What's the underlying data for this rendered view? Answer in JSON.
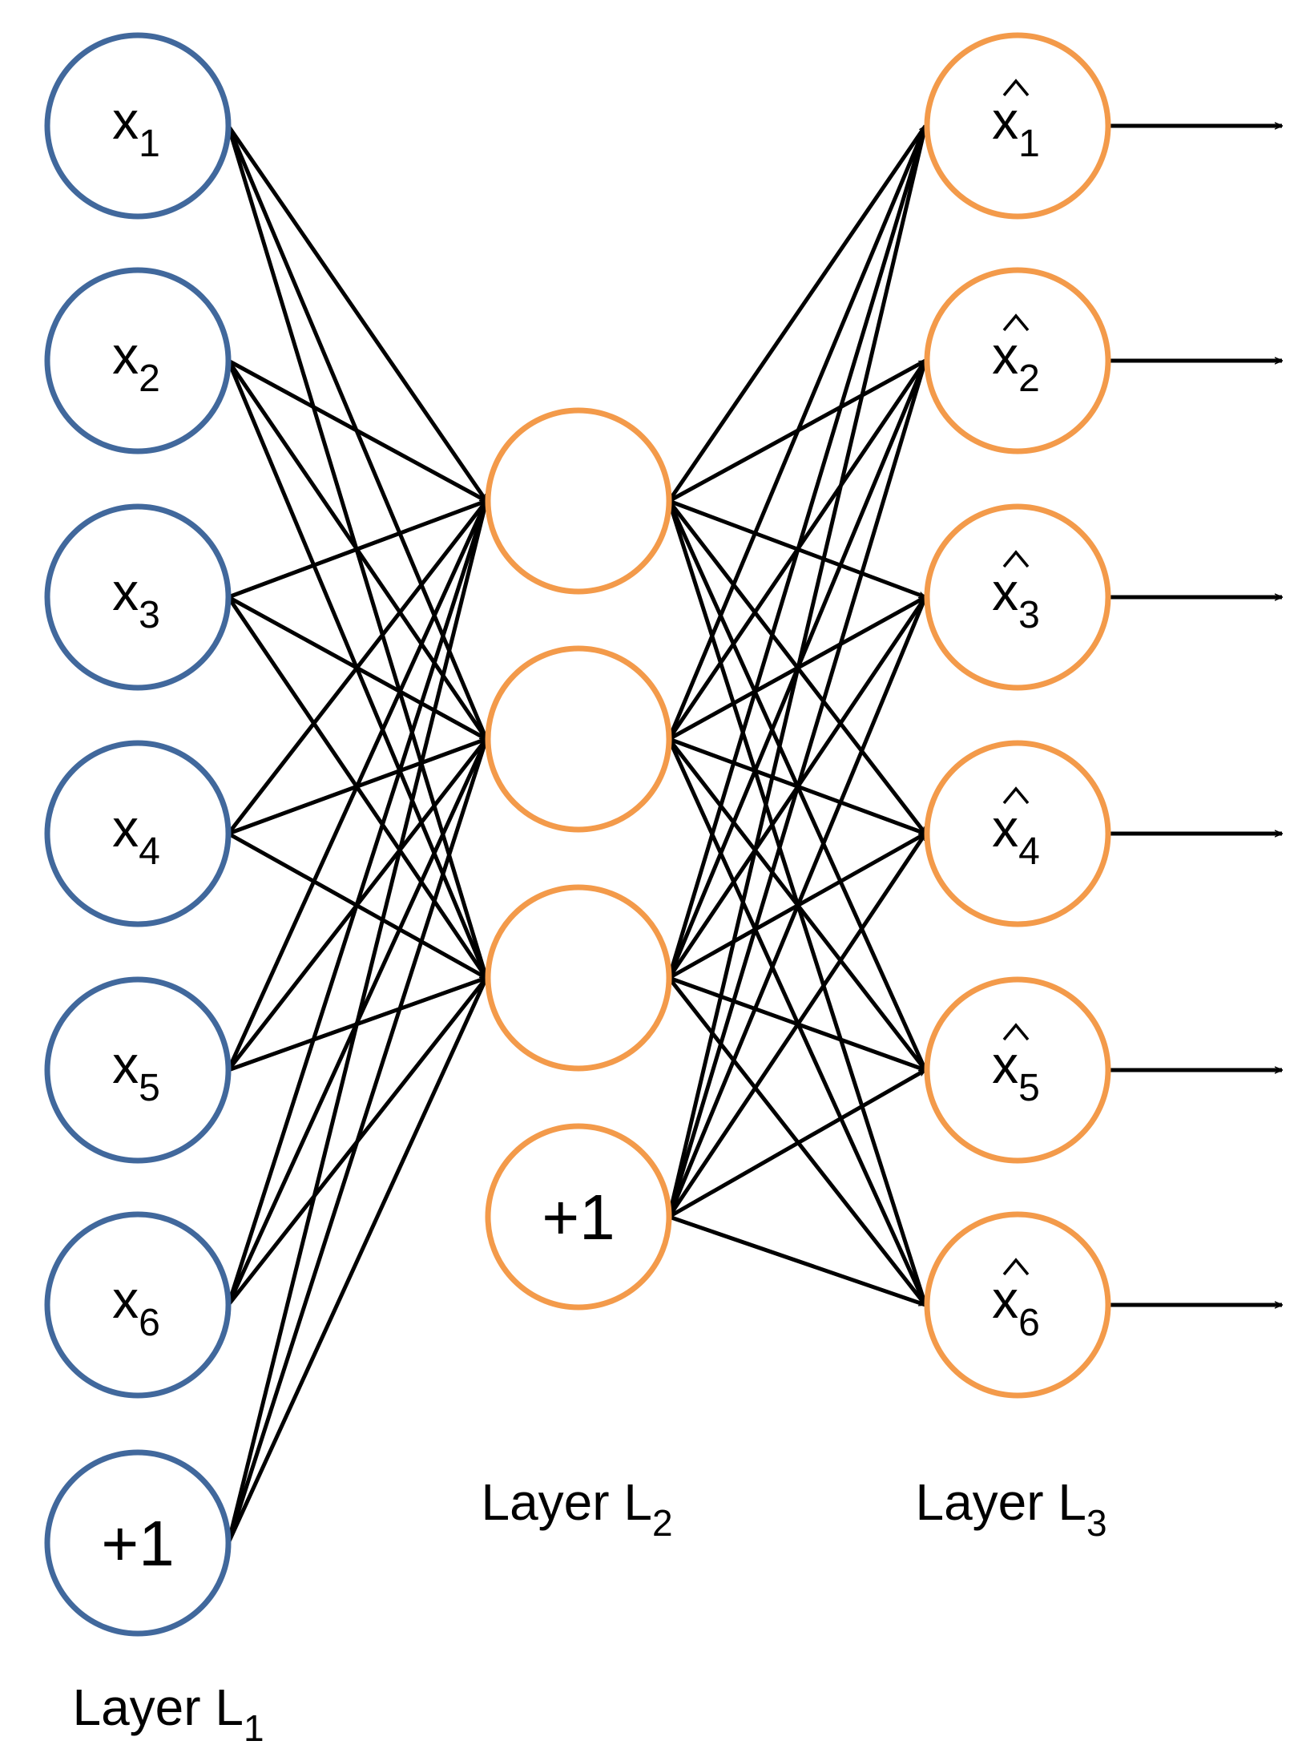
{
  "colors": {
    "input_stroke": "#41689c",
    "hidden_stroke": "#f39a4a",
    "output_stroke": "#f39a4a",
    "edge": "#000000",
    "text": "#000000"
  },
  "layers": [
    {
      "id": "L1",
      "label_base": "Layer L",
      "label_sub": "1",
      "nodes": [
        {
          "base": "x",
          "sub": "1",
          "hat": false
        },
        {
          "base": "x",
          "sub": "2",
          "hat": false
        },
        {
          "base": "x",
          "sub": "3",
          "hat": false
        },
        {
          "base": "x",
          "sub": "4",
          "hat": false
        },
        {
          "base": "x",
          "sub": "5",
          "hat": false
        },
        {
          "base": "x",
          "sub": "6",
          "hat": false
        },
        {
          "base": "+1",
          "sub": "",
          "hat": false,
          "bias": true
        }
      ]
    },
    {
      "id": "L2",
      "label_base": "Layer L",
      "label_sub": "2",
      "nodes": [
        {
          "base": "",
          "sub": "",
          "hat": false
        },
        {
          "base": "",
          "sub": "",
          "hat": false
        },
        {
          "base": "",
          "sub": "",
          "hat": false
        },
        {
          "base": "+1",
          "sub": "",
          "hat": false,
          "bias": true
        }
      ]
    },
    {
      "id": "L3",
      "label_base": "Layer L",
      "label_sub": "3",
      "nodes": [
        {
          "base": "x",
          "sub": "1",
          "hat": true
        },
        {
          "base": "x",
          "sub": "2",
          "hat": true
        },
        {
          "base": "x",
          "sub": "3",
          "hat": true
        },
        {
          "base": "x",
          "sub": "4",
          "hat": true
        },
        {
          "base": "x",
          "sub": "5",
          "hat": true
        },
        {
          "base": "x",
          "sub": "6",
          "hat": true
        }
      ]
    }
  ]
}
